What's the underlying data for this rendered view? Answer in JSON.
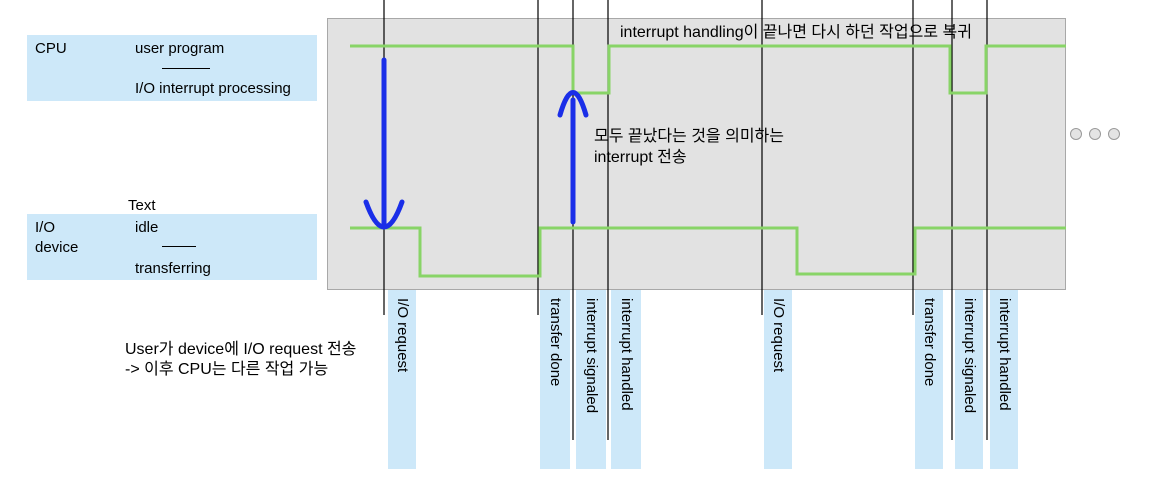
{
  "cpu": {
    "title": "CPU",
    "state_high": "user program",
    "state_low": "I/O interrupt processing"
  },
  "io": {
    "text_label": "Text",
    "title_line1": "I/O",
    "title_line2": "device",
    "state_high": "idle",
    "state_low": "transferring"
  },
  "annotations": {
    "top": "interrupt handling이 끝나면 다시 하던 작업으로 복귀",
    "middle_line1": "모두 끝났다는 것을 의미하는",
    "middle_line2": "interrupt 전송",
    "bottom_line1": "User가 device에 I/O request 전송",
    "bottom_line2": "-> 이후 CPU는 다른 작업 가능"
  },
  "events": [
    {
      "label": "I/O request"
    },
    {
      "label": "transfer done"
    },
    {
      "label": "interrupt signaled"
    },
    {
      "label": "interrupt handled"
    },
    {
      "label": "I/O request"
    },
    {
      "label": "transfer done"
    },
    {
      "label": "interrupt signaled"
    },
    {
      "label": "interrupt handled"
    }
  ],
  "colors": {
    "signal": "#88d467",
    "arrow": "#1a2ee8",
    "panel": "#cde8f9",
    "chart_bg": "#e2e2e2"
  },
  "icons": [
    "more-dots-icon"
  ]
}
